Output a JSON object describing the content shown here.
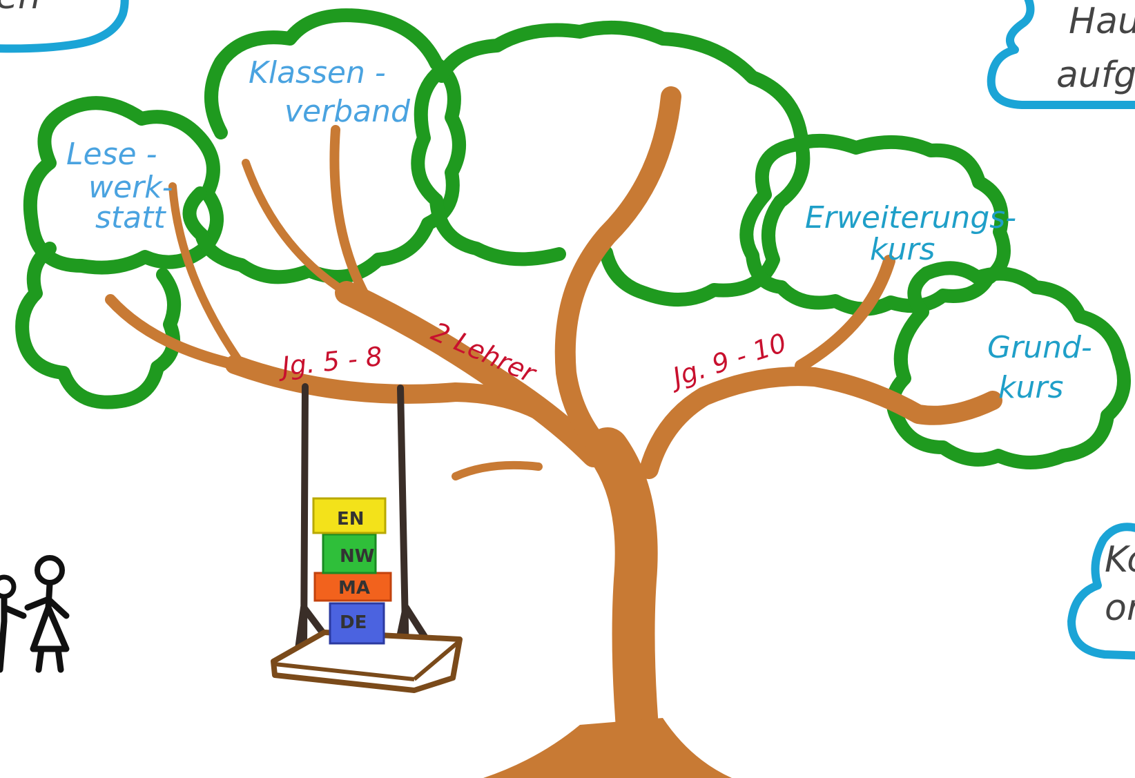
{
  "crown_labels": {
    "lesewerkstatt": [
      "Lese -",
      "werk-",
      "statt"
    ],
    "klassenverband": [
      "Klassen -",
      "verband"
    ],
    "erweiterungskurs": [
      "Erweiterungs-",
      "kurs"
    ],
    "grundkurs": [
      "Grund-",
      "kurs"
    ]
  },
  "branch_labels": {
    "jg_5_8": "Jg. 5 - 8",
    "lehrer": "2 Lehrer",
    "jg_9_10": "Jg. 9 - 10"
  },
  "swing_blocks": [
    {
      "label": "EN",
      "color": "#f3e21a"
    },
    {
      "label": "NW",
      "color": "#2fbf3a"
    },
    {
      "label": "MA",
      "color": "#f2621d"
    },
    {
      "label": "DE",
      "color": "#4b63e0"
    }
  ],
  "corner_clouds": {
    "top_left": "en",
    "top_right": [
      "Hau",
      "aufg"
    ],
    "right_middle": [
      "Ko",
      "or"
    ]
  },
  "colors": {
    "crown": "#1f9a1f",
    "trunk": "#c87a34",
    "cloud_outline": "#1ba4d6",
    "branch_labels": "#c8102e"
  }
}
